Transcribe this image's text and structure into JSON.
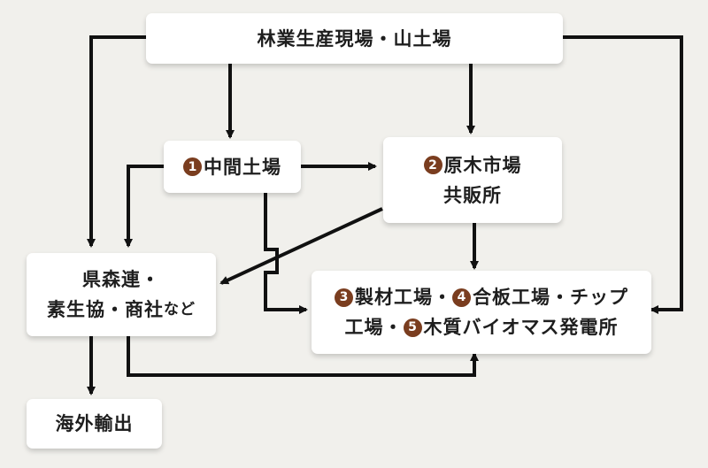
{
  "nodes": {
    "forest_site": {
      "label": "林業生産現場・山土場"
    },
    "intermediate_yard": {
      "number": "1",
      "label": "中間土場"
    },
    "log_market": {
      "number": "2",
      "line1": "原木市場",
      "line2": "共販所"
    },
    "federations": {
      "line1": "県森連・",
      "line2_main": "素生協・商社",
      "line2_small": "など"
    },
    "factories": {
      "num3": "3",
      "text3": "製材工場・",
      "num4": "4",
      "text4": "合板工場・チップ",
      "line2_prefix": "工場・",
      "num5": "5",
      "text5": "木質バイオマス発電所"
    },
    "export": {
      "label": "海外輸出"
    }
  },
  "style": {
    "arrow_color": "#111111",
    "number_badge_color": "#7a3d1f",
    "background": "#f1f0ec",
    "box_fill": "#ffffff"
  }
}
